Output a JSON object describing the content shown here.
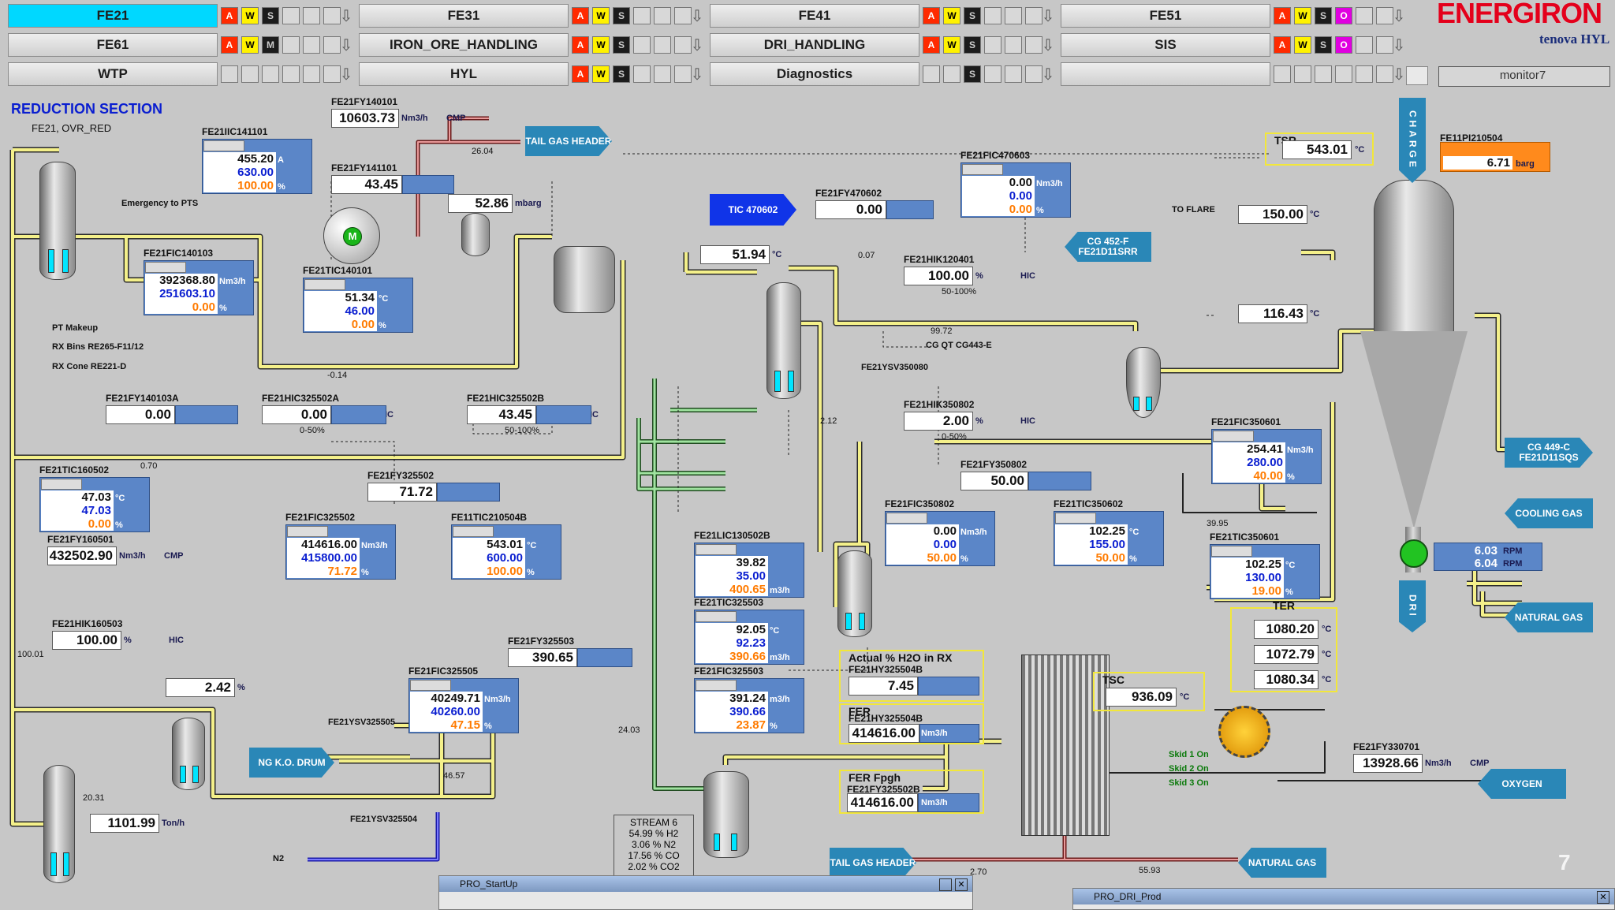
{
  "nav": {
    "rows": [
      [
        {
          "label": "FE21",
          "active": true,
          "inds": [
            "A",
            "W",
            "S",
            "",
            "",
            ""
          ]
        },
        {
          "label": "FE31",
          "active": false,
          "inds": [
            "A",
            "W",
            "S",
            "",
            "",
            ""
          ]
        },
        {
          "label": "FE41",
          "active": false,
          "inds": [
            "A",
            "W",
            "S",
            "",
            "",
            ""
          ]
        },
        {
          "label": "FE51",
          "active": false,
          "inds": [
            "A",
            "W",
            "S",
            "O",
            "",
            ""
          ]
        }
      ],
      [
        {
          "label": "FE61",
          "active": false,
          "inds": [
            "A",
            "W",
            "M",
            "",
            "",
            ""
          ]
        },
        {
          "label": "IRON_ORE_HANDLING",
          "active": false,
          "inds": [
            "A",
            "W",
            "S",
            "",
            "",
            ""
          ]
        },
        {
          "label": "DRI_HANDLING",
          "active": false,
          "inds": [
            "A",
            "W",
            "S",
            "",
            "",
            ""
          ]
        },
        {
          "label": "SIS",
          "active": false,
          "inds": [
            "A",
            "W",
            "S",
            "O",
            "",
            ""
          ]
        }
      ],
      [
        {
          "label": "WTP",
          "active": false,
          "inds": [
            "",
            "",
            "",
            "",
            "",
            ""
          ]
        },
        {
          "label": "HYL",
          "active": false,
          "inds": [
            "A",
            "W",
            "S",
            "",
            "",
            ""
          ]
        },
        {
          "label": "Diagnostics",
          "active": false,
          "inds": [
            "",
            "",
            "S",
            "",
            "",
            ""
          ]
        },
        {
          "label": "",
          "active": false,
          "inds": [
            "",
            "",
            "",
            "",
            "",
            ""
          ]
        }
      ]
    ],
    "monitor": "monitor7"
  },
  "brand": {
    "logo": "ENERGIRON",
    "sub": "tenova HYL"
  },
  "section": {
    "title": "REDUCTION SECTION",
    "subtitle": "FE21, OVR_RED"
  },
  "values": {
    "fy140101": {
      "tag": "FE21FY140101",
      "value": "10603.73",
      "unit": "Nm3/h",
      "mode": "CMP"
    },
    "tailgas_top": "TAIL GAS HEADER",
    "v2604": "26.04",
    "iic141101": {
      "tag": "FE21IIC141101",
      "v1": "455.20",
      "v2": "630.00",
      "v3": "100.00",
      "u1": "A",
      "u3": "%"
    },
    "fy141101": {
      "tag": "FE21FY141101",
      "value": "43.45",
      "unit": "%"
    },
    "mbarg": {
      "value": "52.86",
      "unit": "mbarg"
    },
    "emergency": "Emergency to PTS",
    "fic140103": {
      "tag": "FE21FIC140103",
      "v1": "392368.80",
      "v2": "251603.10",
      "v3": "0.00",
      "u1": "Nm3/h",
      "u3": "%"
    },
    "tic140101": {
      "tag": "FE21TIC140101",
      "v1": "51.34",
      "v2": "46.00",
      "v3": "0.00",
      "u1": "°C",
      "u3": "%"
    },
    "m014": "-0.14",
    "pt_makeup": "PT Makeup",
    "rx_bins": "RX Bins RE265-F11/12",
    "rx_cone": "RX Cone RE221-D",
    "fy140103a": {
      "tag": "FE21FY140103A",
      "value": "0.00",
      "unit": "%"
    },
    "hic325502a": {
      "tag": "FE21HIC325502A",
      "value": "0.00",
      "unit": "%",
      "mode": "HIC",
      "range": "0-50%"
    },
    "hic325502b": {
      "tag": "FE21HIC325502B",
      "value": "43.45",
      "unit": "%",
      "mode": "HIC",
      "range": "50-100%"
    },
    "v070": "0.70",
    "tic160502": {
      "tag": "FE21TIC160502",
      "v1": "47.03",
      "v2": "47.03",
      "v3": "0.00",
      "u1": "°C",
      "u3": "%"
    },
    "fy160501": {
      "tag": "FE21FY160501",
      "value": "432502.90",
      "unit": "Nm3/h",
      "mode": "CMP"
    },
    "fy325502": {
      "tag": "FE21FY325502",
      "value": "71.72",
      "unit": "%"
    },
    "fic325502": {
      "tag": "FE21FIC325502",
      "v1": "414616.00",
      "v2": "415800.00",
      "v3": "71.72",
      "u1": "Nm3/h",
      "u3": "%"
    },
    "tic210504b": {
      "tag": "FE11TIC210504B",
      "v1": "543.01",
      "v2": "600.00",
      "v3": "100.00",
      "u1": "°C",
      "u3": "%"
    },
    "hik160503": {
      "tag": "FE21HIK160503",
      "value": "100.00",
      "unit": "%",
      "mode": "HIC"
    },
    "v10001": "100.01",
    "v242": {
      "value": "2.42",
      "unit": "%"
    },
    "v2031": "20.31",
    "tonh": {
      "value": "1101.99",
      "unit": "Ton/h"
    },
    "fic325505": {
      "tag": "FE21FIC325505",
      "v1": "40249.71",
      "v2": "40260.00",
      "v3": "47.15",
      "u1": "Nm3/h",
      "u3": "%"
    },
    "sv325505": "FE21YSV325505",
    "ngko": "NG K.O. DRUM",
    "v4657": "46.57",
    "sv325504": "FE21YSV325504",
    "n2": "N2",
    "fy325503": {
      "tag": "FE21FY325503",
      "value": "390.65",
      "unit": "%"
    },
    "lic130502b": {
      "tag": "FE21LIC130502B",
      "v1": "39.82",
      "v2": "35.00",
      "v3": "400.65",
      "u1": "",
      "u3": "m3/h"
    },
    "tic325503": {
      "tag": "FE21TIC325503",
      "v1": "92.05",
      "v2": "92.23",
      "v3": "390.66",
      "u1": "°C",
      "u3": "m3/h"
    },
    "fic325503": {
      "tag": "FE21FIC325503",
      "v1": "391.24",
      "v2": "390.66",
      "v3": "23.87",
      "u1": "m3/h",
      "u3": "%"
    },
    "v2403": "24.03",
    "stream": {
      "title": "STREAM 6",
      "lines": [
        "54.99 % H2",
        "3.06 % N2",
        "17.56 % CO",
        "2.02 % CO2"
      ]
    },
    "tic470602": "TIC 470602",
    "fy470602": {
      "tag": "FE21FY470602",
      "value": "0.00",
      "unit": "%"
    },
    "w5194": {
      "value": "51.94",
      "unit": "°C"
    },
    "v007": "0.07",
    "fic470603": {
      "tag": "FE21FIC470603",
      "v1": "0.00",
      "v2": "0.00",
      "v3": "0.00",
      "u1": "Nm3/h",
      "u3": "%"
    },
    "cg452": "CG 452-F FE21D11SRR",
    "hik120401": {
      "tag": "FE21HIK120401",
      "value": "100.00",
      "unit": "%",
      "mode": "HIC",
      "range": "50-100%"
    },
    "v9972": "99.72",
    "cg_qt": "CG QT CG443-E",
    "sv350080": "FE21YSV350080",
    "hik350802": {
      "tag": "FE21HIK350802",
      "value": "2.00",
      "unit": "%",
      "mode": "HIC",
      "range": "0-50%"
    },
    "v212": "2.12",
    "fy350802": {
      "tag": "FE21FY350802",
      "value": "50.00",
      "unit": "%"
    },
    "fic350802": {
      "tag": "FE21FIC350802",
      "v1": "0.00",
      "v2": "0.00",
      "v3": "50.00",
      "u1": "Nm3/h",
      "u3": "%"
    },
    "tic350602": {
      "tag": "FE21TIC350602",
      "v1": "102.25",
      "v2": "155.00",
      "v3": "50.00",
      "u1": "°C",
      "u3": "%"
    },
    "h2o": {
      "title": "Actual % H2O in RX",
      "tag": "FE21HY325504B",
      "value": "7.45",
      "unit": "%"
    },
    "fer": {
      "title": "FER",
      "tag": "FE21HY325504B",
      "value": "414616.00",
      "unit": "Nm3/h"
    },
    "ferfpgh": {
      "title": "FER Fpgh",
      "tag": "FE21FY325502B",
      "value": "414616.00",
      "unit": "Nm3/h"
    },
    "tsc": {
      "title": "TSC",
      "value": "936.09",
      "unit": "°C"
    },
    "tsr": {
      "title": "TSR",
      "value": "543.01",
      "unit": "°C"
    },
    "pi210504": {
      "tag": "FE11PI210504",
      "value": "6.71",
      "unit": "barg"
    },
    "to_flare": "TO FLARE",
    "v15000": {
      "value": "150.00",
      "unit": "°C"
    },
    "v11643": {
      "value": "116.43",
      "unit": "°C"
    },
    "fic350601": {
      "tag": "FE21FIC350601",
      "v1": "254.41",
      "v2": "280.00",
      "v3": "40.00",
      "u1": "Nm3/h",
      "u3": "%"
    },
    "v3995": "39.95",
    "tic350601": {
      "tag": "FE21TIC350601",
      "v1": "102.25",
      "v2": "130.00",
      "v3": "19.00",
      "u1": "°C",
      "u3": "%"
    },
    "rpm": {
      "v1": "6.03",
      "v2": "6.04",
      "u": "RPM"
    },
    "ter": {
      "title": "TER",
      "v1": "1080.20",
      "v2": "1072.79",
      "v3": "1080.34",
      "unit": "°C"
    },
    "skids": [
      "Skid 1 On",
      "Skid 2 On",
      "Skid 3 On"
    ],
    "fy330701": {
      "tag": "FE21FY330701",
      "value": "13928.66",
      "unit": "Nm3/h",
      "mode": "CMP"
    },
    "v270": "2.70",
    "v5593": "55.93",
    "charge": "CHARGE",
    "dri": "DRI",
    "flags": {
      "cg449": "CG 449-C FE21D11SQS",
      "cooling": "COOLING GAS",
      "natural_gas_r": "NATURAL GAS",
      "oxygen": "OXYGEN",
      "natural_gas_b": "NATURAL GAS",
      "tailgas_b": "TAIL GAS HEADER"
    },
    "page_num": "7"
  },
  "windows": {
    "w1": "PRO_StartUp",
    "w2": "PRO_DRI_Prod"
  }
}
